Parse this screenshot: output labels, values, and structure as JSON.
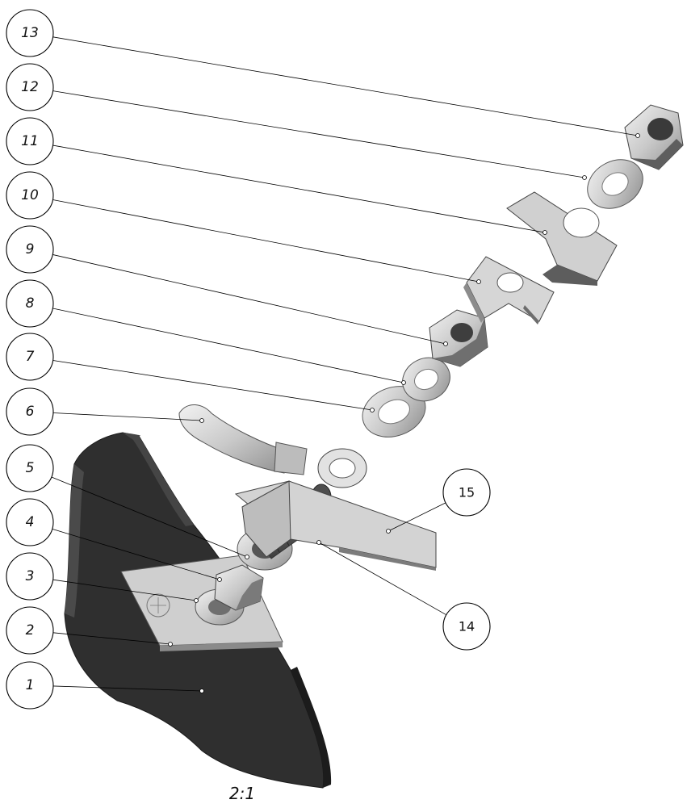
{
  "drawing": {
    "scale": "2:1",
    "balloons": [
      {
        "label": "1"
      },
      {
        "label": "2"
      },
      {
        "label": "3"
      },
      {
        "label": "4"
      },
      {
        "label": "5"
      },
      {
        "label": "6"
      },
      {
        "label": "7"
      },
      {
        "label": "8"
      },
      {
        "label": "9"
      },
      {
        "label": "10"
      },
      {
        "label": "11"
      },
      {
        "label": "12"
      },
      {
        "label": "13"
      },
      {
        "label": "14"
      },
      {
        "label": "15"
      }
    ]
  }
}
